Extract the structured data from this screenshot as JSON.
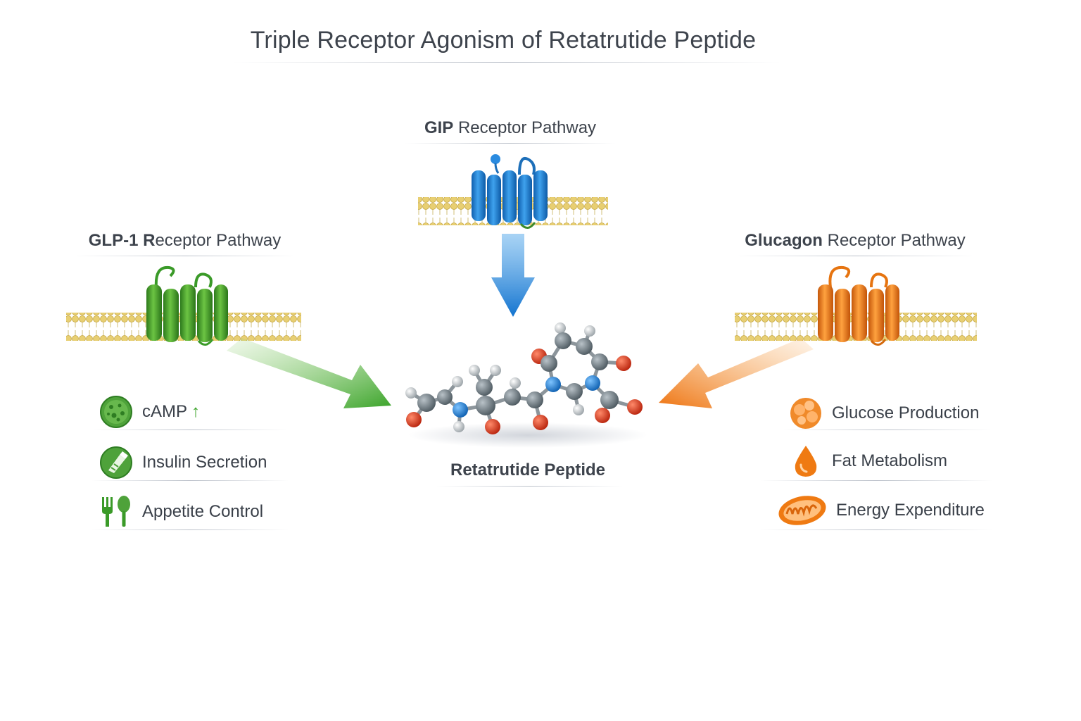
{
  "title": "Triple Receptor Agonism of Retatrutide Peptide",
  "center": {
    "label": "Retatrutide Peptide"
  },
  "pathways": {
    "gip": {
      "bold": "GIP",
      "rest": " Receptor Pathway",
      "color": "#1f7fd4"
    },
    "glp1": {
      "bold": "GLP-1 R",
      "rest": "eceptor Pathway",
      "color": "#3f9e2a"
    },
    "glucagon": {
      "bold": "Glucagon",
      "rest": " Receptor Pathway",
      "color": "#ef7a12"
    }
  },
  "effects_left": [
    {
      "label": "cAMP",
      "icon": "cell-icon",
      "suffix": "↑"
    },
    {
      "label": "Insulin Secretion",
      "icon": "insulin-icon"
    },
    {
      "label": "Appetite Control",
      "icon": "fork-spoon-icon"
    }
  ],
  "effects_right": [
    {
      "label": "Glucose Production",
      "icon": "glucose-cluster-icon"
    },
    {
      "label": "Fat Metabolism",
      "icon": "fat-droplet-icon"
    },
    {
      "label": "Energy Expenditure",
      "icon": "mitochondrion-icon"
    }
  ]
}
